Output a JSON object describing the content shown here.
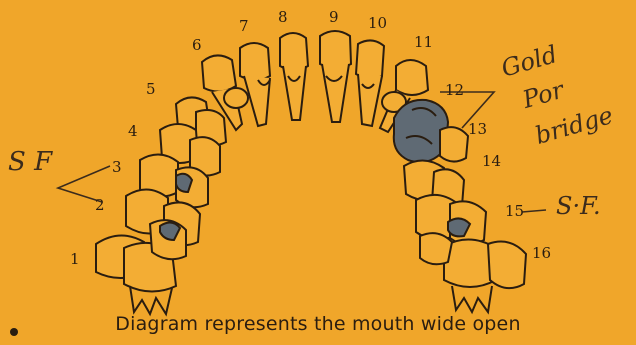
{
  "colors": {
    "background": "#f0a62a",
    "ink": "#2a1d10",
    "tooth_fill": "#f3ad34",
    "filled_tooth": "#5f6a74",
    "handwriting": "#3b2b1c"
  },
  "caption": "Diagram represents the mouth wide open",
  "tooth_numbers": {
    "n1": "1",
    "n2": "2",
    "n3": "3",
    "n4": "4",
    "n5": "5",
    "n6": "6",
    "n7": "7",
    "n8": "8",
    "n9": "9",
    "n10": "10",
    "n11": "11",
    "n12": "12",
    "n13": "13",
    "n14": "14",
    "n15": "15",
    "n16": "16"
  },
  "annotations": {
    "left_sf": "S F",
    "right_sf": "S·F.",
    "gold_line1": "Gold",
    "gold_line2": "Por",
    "gold_line3": "bridge"
  }
}
